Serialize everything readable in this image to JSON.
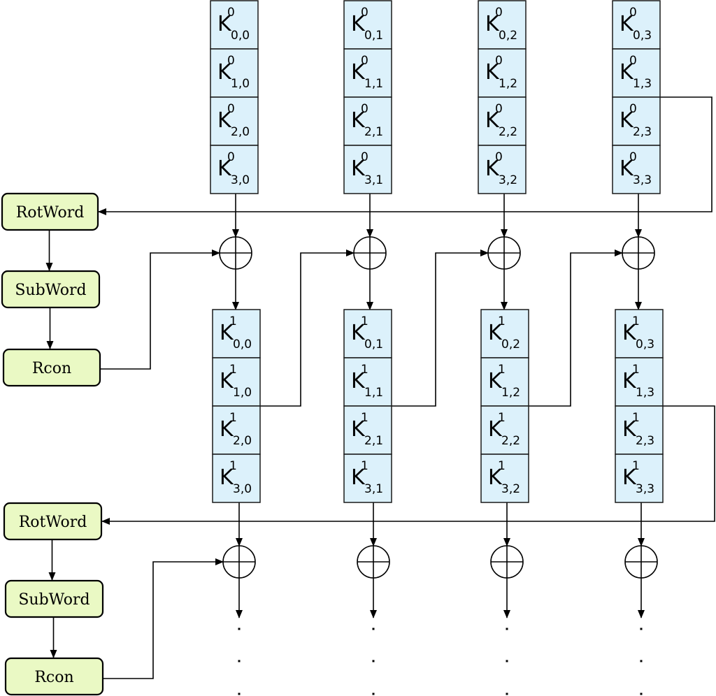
{
  "diagram": {
    "key_symbol": "K",
    "rounds": [
      {
        "superscript": "0",
        "columns": [
          [
            "0,0",
            "1,0",
            "2,0",
            "3,0"
          ],
          [
            "0,1",
            "1,1",
            "2,1",
            "3,1"
          ],
          [
            "0,2",
            "1,2",
            "2,2",
            "3,2"
          ],
          [
            "0,3",
            "1,3",
            "2,3",
            "3,3"
          ]
        ]
      },
      {
        "superscript": "1",
        "columns": [
          [
            "0,0",
            "1,0",
            "2,0",
            "3,0"
          ],
          [
            "0,1",
            "1,1",
            "2,1",
            "3,1"
          ],
          [
            "0,2",
            "1,2",
            "2,2",
            "3,2"
          ],
          [
            "0,3",
            "1,3",
            "2,3",
            "3,3"
          ]
        ]
      }
    ],
    "operations": [
      [
        "RotWord",
        "SubWord",
        "Rcon"
      ],
      [
        "RotWord",
        "SubWord",
        "Rcon"
      ]
    ],
    "colors": {
      "cell_fill": "#dcf1fb",
      "op_fill": "#eaf9c4",
      "line": "#000000"
    }
  }
}
